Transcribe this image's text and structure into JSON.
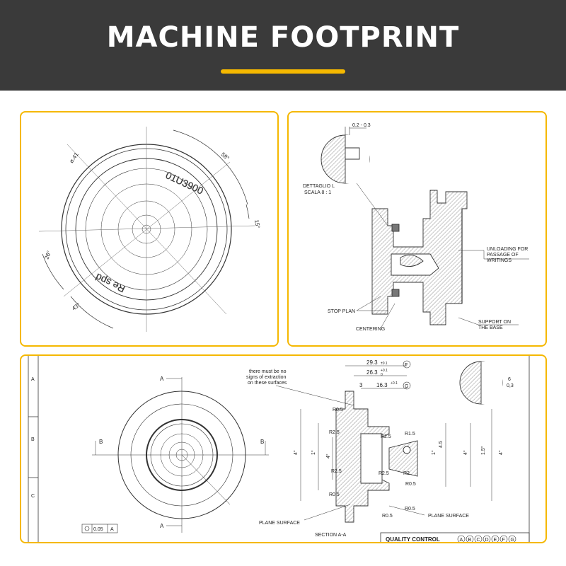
{
  "header": {
    "title": "MACHINE FOOTPRINT"
  },
  "panel1": {
    "dia_label": "⌀.41",
    "angle_a": "58°",
    "angle_b": "15°",
    "angle_c": "26°",
    "angle_d": "43°",
    "engrave_1": "01U3900",
    "engrave_2": "Re spd"
  },
  "panel2": {
    "gap_dim": "0.2 - 0.3",
    "detail_title": "DETTAGLIO L",
    "detail_scale": "SCALA 8 : 1",
    "unloading_1": "UNLOADING FOR",
    "unloading_2": "PASSAGE OF",
    "unloading_3": "WRITINGS",
    "stop_plan": "STOP PLAN",
    "centering": "CENTERING",
    "support_1": "SUPPORT ON",
    "support_2": "THE BASE"
  },
  "panel3": {
    "row_labels": [
      "A",
      "B",
      "C"
    ],
    "section_a": "A",
    "section_b": "B",
    "note_1": "there must be no",
    "note_2": "signs of extraction",
    "note_3": "on these surfaces",
    "dim_293": "29.3",
    "tol_293": "±0.1",
    "dim_263": "26.3",
    "tol_263": "+0.1",
    "tol_263b": "0",
    "dim_3": "3",
    "dim_163": "16.3",
    "tol_163": "+0.1",
    "flag_f": "F",
    "flag_g": "G",
    "r05": "R0.5",
    "r25": "R2.5",
    "r15": "R1.5",
    "r2": "R2",
    "deg4": "4°",
    "deg1": "1°",
    "deg15": "1.5°",
    "dim45": "4.5",
    "plane_surface": "PLANE SURFACE",
    "section_aa": "SECTION A-A",
    "quality_control": "QUALITY CONTROL",
    "qc_letters": [
      "A",
      "B",
      "C",
      "D",
      "E",
      "F",
      "G"
    ],
    "tol_box_val": "0.05",
    "tol_box_ref": "A",
    "detail_03": "0,3",
    "detail_6": "6",
    "bottom_a": "A",
    "bottom_b": "B"
  }
}
